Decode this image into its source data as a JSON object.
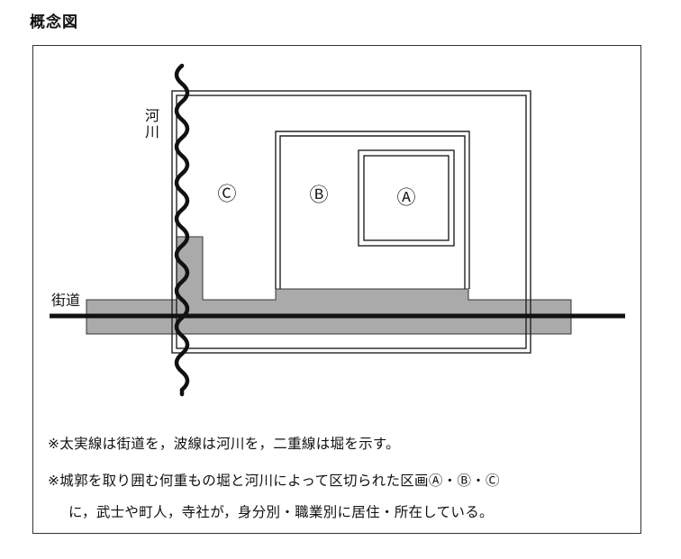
{
  "title": "概念図",
  "labels": {
    "river": "河川",
    "street": "街道",
    "zone_a": "Ⓐ",
    "zone_b": "Ⓑ",
    "zone_c": "Ⓒ"
  },
  "notes": [
    "※太実線は街道を，波線は河川を，二重線は堀を示す。",
    "※城郭を取り囲む何重もの堀と河川によって区切られた区画Ⓐ・Ⓑ・Ⓒ",
    "に，武士や町人，寺社が，身分別・職業別に居住・所在している。"
  ],
  "colors": {
    "street_band": "#aaaaaa",
    "line": "#111111"
  }
}
